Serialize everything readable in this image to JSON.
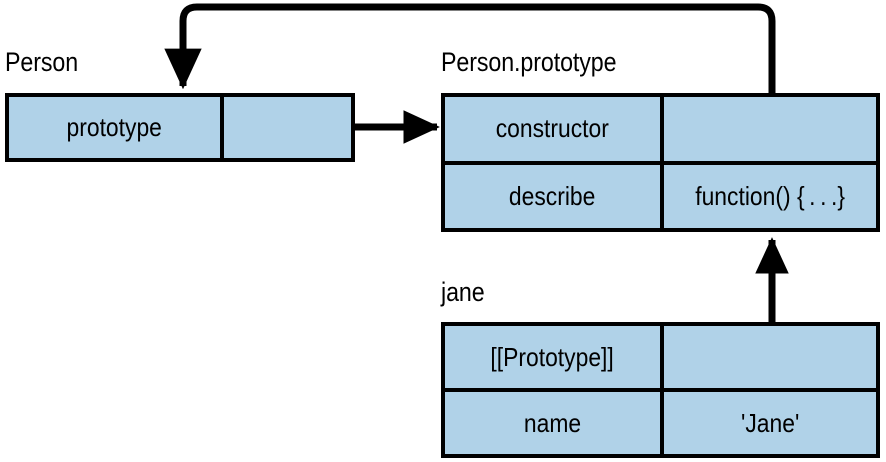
{
  "diagram": {
    "title": "JavaScript prototype chain diagram",
    "background": "#ffffff",
    "box_fill": "#b0d2e8",
    "stroke": "#000000",
    "objects": [
      {
        "id": "person",
        "label": "Person",
        "rows": [
          {
            "key": "prototype",
            "value": "",
            "value_is_pointer": true
          }
        ]
      },
      {
        "id": "person_prototype",
        "label": "Person.prototype",
        "rows": [
          {
            "key": "constructor",
            "value": "",
            "value_is_pointer": true
          },
          {
            "key": "describe",
            "value": "function() { . . .}",
            "value_is_pointer": false
          }
        ]
      },
      {
        "id": "jane",
        "label": "jane",
        "rows": [
          {
            "key": "[[Prototype]]",
            "value": "",
            "value_is_pointer": true
          },
          {
            "key": "name",
            "value": "'Jane'",
            "value_is_pointer": false
          }
        ]
      }
    ],
    "connections": [
      {
        "id": "person-prototype-to-person-prototype-object",
        "from": "person.prototype",
        "to": "person_prototype",
        "style": "straight-arrow-right"
      },
      {
        "id": "constructor-to-person",
        "from": "person_prototype.constructor",
        "to": "person",
        "style": "rounded-loop-over-top-arrow-down"
      },
      {
        "id": "jane-prototype-to-person-prototype",
        "from": "jane.[[Prototype]]",
        "to": "person_prototype",
        "style": "straight-arrow-up"
      }
    ]
  }
}
